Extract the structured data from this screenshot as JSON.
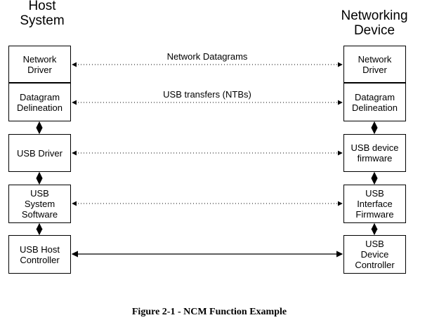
{
  "host_title": [
    "Host",
    "System"
  ],
  "device_title": [
    "Networking",
    "Device"
  ],
  "host_stack": [
    {
      "lines": [
        "Network",
        "Driver"
      ]
    },
    {
      "lines": [
        "Datagram",
        "Delineation"
      ]
    },
    {
      "lines": [
        "USB Driver"
      ]
    },
    {
      "lines": [
        "USB",
        "System",
        "Software"
      ]
    },
    {
      "lines": [
        "USB Host",
        "Controller"
      ]
    }
  ],
  "device_stack": [
    {
      "lines": [
        "Network",
        "Driver"
      ]
    },
    {
      "lines": [
        "Datagram",
        "Delineation"
      ]
    },
    {
      "lines": [
        "USB device",
        "firmware"
      ]
    },
    {
      "lines": [
        "USB",
        "Interface",
        "Firmware"
      ]
    },
    {
      "lines": [
        "USB",
        "Device",
        "Controller"
      ]
    }
  ],
  "links": {
    "network_datagrams": "Network Datagrams",
    "usb_transfers": "USB transfers (NTBs)"
  },
  "caption": "Figure 2-1 - NCM Function Example"
}
